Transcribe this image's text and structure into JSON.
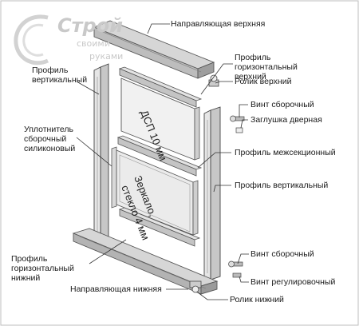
{
  "watermark": {
    "brand": "Строй",
    "tagline_1": "своими",
    "tagline_2": "руками"
  },
  "panels": {
    "chipboard": "ДСП 10 мм",
    "mirror_line_1": "Зеркало,",
    "mirror_line_2": "стекло 4 мм"
  },
  "labels": {
    "top_guide": "Направляющая верхняя",
    "top_profile": "Профиль горизонтальный верхний",
    "top_roller": "Ролик верхний",
    "left_vertical": "Профиль вертикальный",
    "assembly_screw_top": "Винт сборочный",
    "door_cap": "Заглушка дверная",
    "sealant": "Уплотнитель сборочный силиконовый",
    "mid_profile": "Профиль межсекционный",
    "right_vertical": "Профиль вертикальный",
    "assembly_screw_bottom": "Винт сборочный",
    "bottom_profile": "Профиль горизонтальный нижний",
    "adjust_screw": "Винт регулировочный",
    "bottom_guide": "Направляющая нижняя",
    "bottom_roller": "Ролик нижний"
  }
}
